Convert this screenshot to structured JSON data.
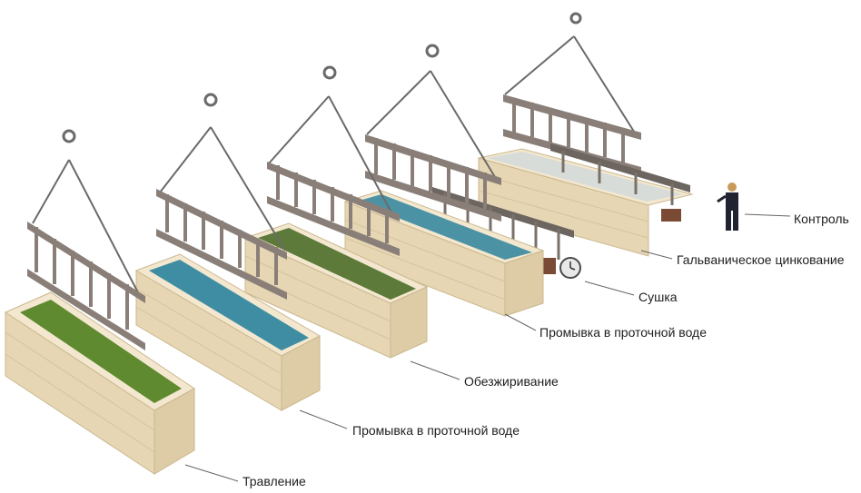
{
  "diagram": {
    "stages": [
      {
        "label": "Травление",
        "liquid_color": "#5f8a2f"
      },
      {
        "label": "Промывка в проточной воде",
        "liquid_color": "#3f8da3"
      },
      {
        "label": "Обезжиривание",
        "liquid_color": "#5d7a3a"
      },
      {
        "label": "Промывка в проточной воде",
        "liquid_color": "#4c92a5"
      },
      {
        "label": "Сушка",
        "liquid_color": null
      },
      {
        "label": "Гальваническое цинкование",
        "liquid_color": "#d8dcd8"
      },
      {
        "label": "Контроль",
        "liquid_color": null
      }
    ],
    "tank_color": "#efe2c2",
    "rope_color": "#a8894f",
    "rack_color": "#8a7f78"
  }
}
